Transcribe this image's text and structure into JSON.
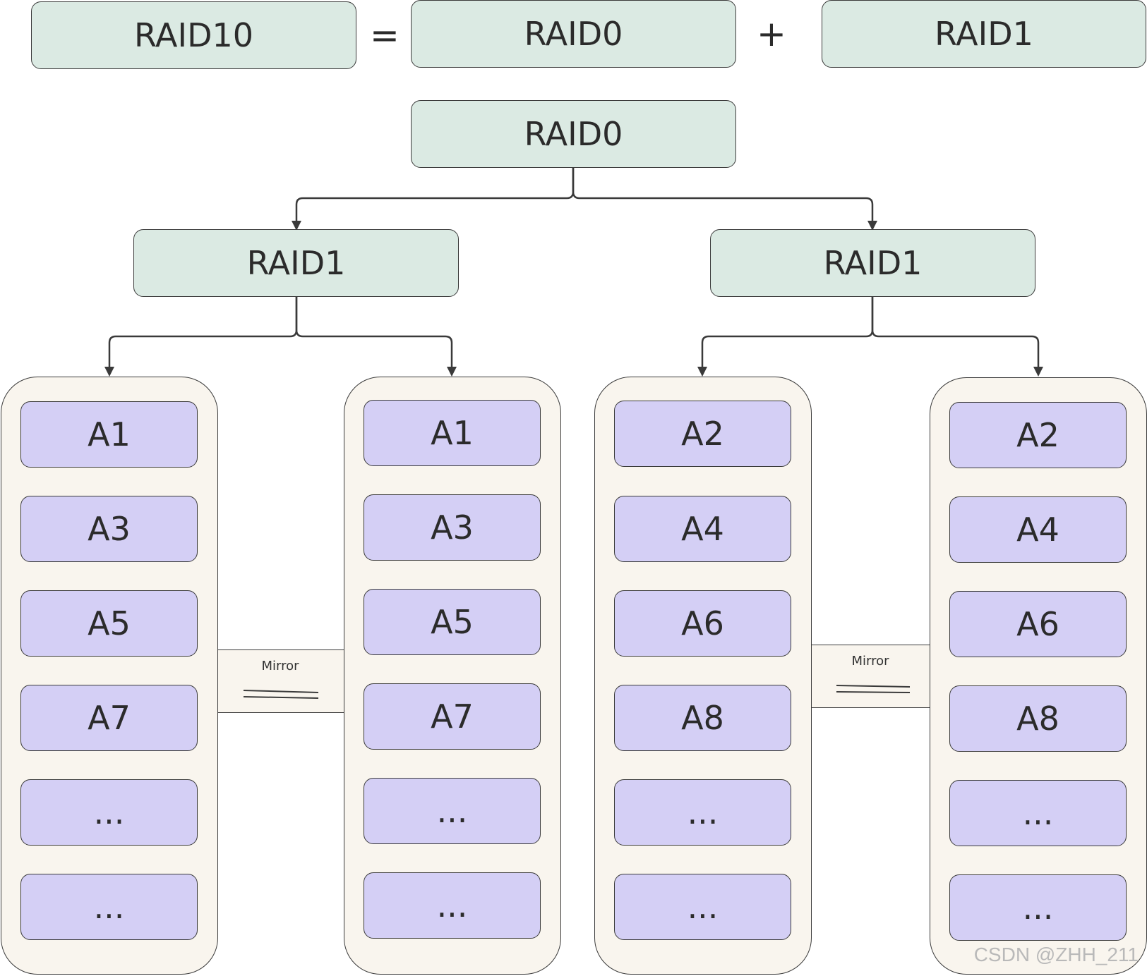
{
  "equation": {
    "left": "RAID10",
    "equals": "=",
    "middle": "RAID0",
    "plus": "+",
    "right": "RAID1"
  },
  "tree": {
    "root": "RAID0",
    "left_group": "RAID1",
    "right_group": "RAID1"
  },
  "disks": [
    {
      "blocks": [
        "A1",
        "A3",
        "A5",
        "A7",
        "...",
        "..."
      ]
    },
    {
      "blocks": [
        "A1",
        "A3",
        "A5",
        "A7",
        "...",
        "..."
      ]
    },
    {
      "blocks": [
        "A2",
        "A4",
        "A6",
        "A8",
        "...",
        "..."
      ]
    },
    {
      "blocks": [
        "A2",
        "A4",
        "A6",
        "A8",
        "...",
        "..."
      ]
    }
  ],
  "mirror_label_left": "Mirror",
  "mirror_label_right": "Mirror",
  "watermark": "CSDN @ZHH_211",
  "colors": {
    "raid_box": "#dbeae3",
    "disk_column": "#f9f5ee",
    "data_block": "#d4cff5",
    "stroke": "#3a3a3a"
  }
}
